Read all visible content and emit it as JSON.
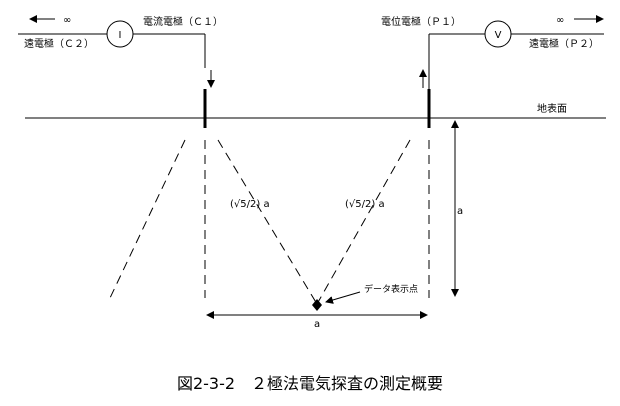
{
  "labels": {
    "current_electrode": "電流電極（Ｃ１）",
    "potential_electrode": "電位電極（Ｐ１）",
    "remote_c2": "遠電極（Ｃ２）",
    "remote_p2": "遠電極（Ｐ２）",
    "infinity_left": "∞",
    "infinity_right": "∞",
    "ammeter": "I",
    "voltmeter": "V",
    "ground_surface": "地表面",
    "dist_left": "(√5/2) a",
    "dist_right": "(√5/2) a",
    "depth_a": "a",
    "spacing_a": "a",
    "data_point": "データ表示点"
  },
  "caption": "図2-3-2　２極法電気探査の測定概要"
}
